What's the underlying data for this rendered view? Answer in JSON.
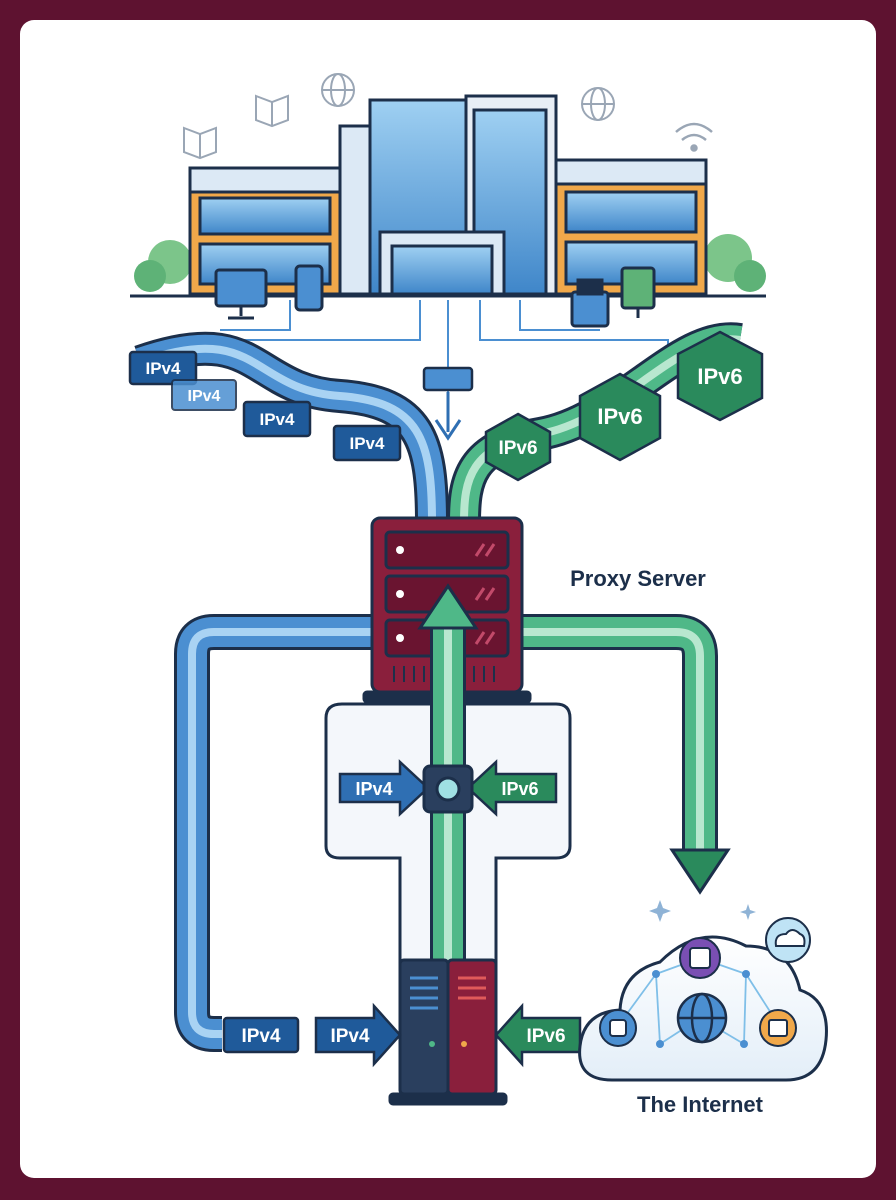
{
  "labels": {
    "proxy_server": "Proxy Server",
    "internet": "The Internet"
  },
  "tags": {
    "ipv4": "IPv4",
    "ipv6": "IPv6"
  },
  "colors": {
    "frame": "#5e1230",
    "ipv4_blue": "#2f6fb3",
    "ipv4_tag": "#1f5a9a",
    "ipv6_green": "#2e9c6a",
    "ipv6_tag": "#2a8a5c",
    "server_red": "#8a1f3c",
    "outline": "#1c2f4a"
  },
  "icons": [
    "book-icon",
    "globe-icon",
    "wifi-icon",
    "monitor-icon",
    "phone-icon",
    "printer-icon",
    "database-icon",
    "cloud-icon",
    "server-icon"
  ]
}
